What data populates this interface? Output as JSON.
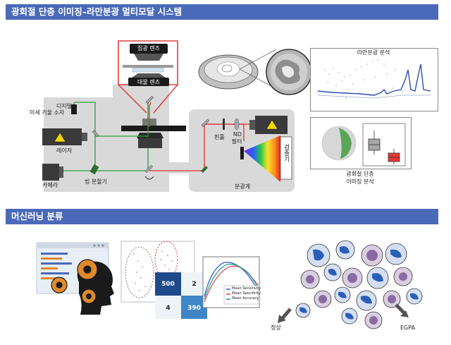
{
  "section1": {
    "title": "광회절 단층 이미징–라만분광 멀티모달 시스템"
  },
  "section2": {
    "title": "머신러닝 분류"
  },
  "optics": {
    "condenser_lens": "집광 렌즈",
    "objective_lens": "대물 렌즈",
    "dmd_line1": "디지털",
    "dmd_line2": "미세 거울 소자",
    "laser": "레이저",
    "camera": "카메라",
    "beam_splitter": "빔 분할기",
    "pinhole": "핀홀",
    "nd_filter_line1": "ND",
    "nd_filter_line2": "필터",
    "detector": "검출기",
    "spectrometer": "분광계"
  },
  "results": {
    "raman_label": "라만분광 분석",
    "odt_line1": "광회절 단층",
    "odt_line2": "이미징 분석"
  },
  "ml": {
    "confusion_matrix": {
      "tp": "500",
      "fp": "2",
      "fn": "4",
      "tn": "390"
    },
    "legend": [
      "Mean Sensitivity",
      "Mean Specificity",
      "Mean Accuracy"
    ],
    "legend_colors": [
      "#3a5fc8",
      "#d9534f",
      "#2aa198"
    ],
    "normal_label": "정상",
    "egpa_label": "EGPA"
  }
}
